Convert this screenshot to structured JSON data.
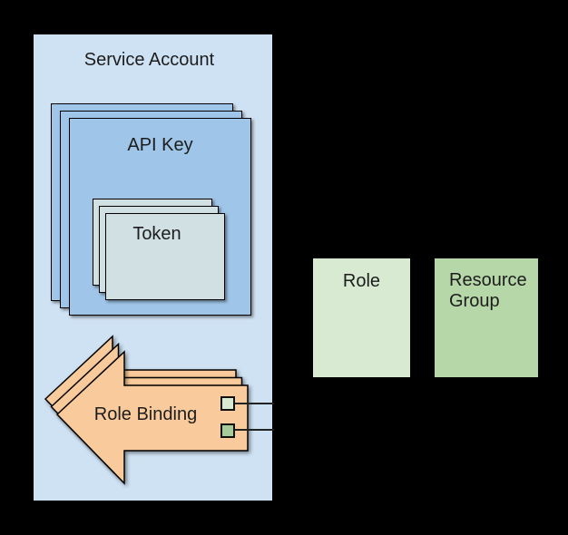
{
  "diagram": {
    "background": "#000000",
    "service_account": {
      "label": "Service Account",
      "fill": "#cfe2f3"
    },
    "api_key": {
      "label": "API Key",
      "fill": "#9fc5e8",
      "stack_count": 3
    },
    "token": {
      "label": "Token",
      "fill": "#d0e0e3",
      "stack_count": 3
    },
    "role_binding": {
      "label": "Role Binding",
      "fill": "#f9cb9c",
      "stack_count": 3
    },
    "role": {
      "label": "Role",
      "fill": "#d9ead3"
    },
    "resource_group": {
      "label": "Resource Group",
      "fill": "#b6d7a8"
    },
    "ports": {
      "role_port_fill": "#d9ead3",
      "resource_group_port_fill": "#a6cd99",
      "connector_color": "#222222"
    }
  }
}
